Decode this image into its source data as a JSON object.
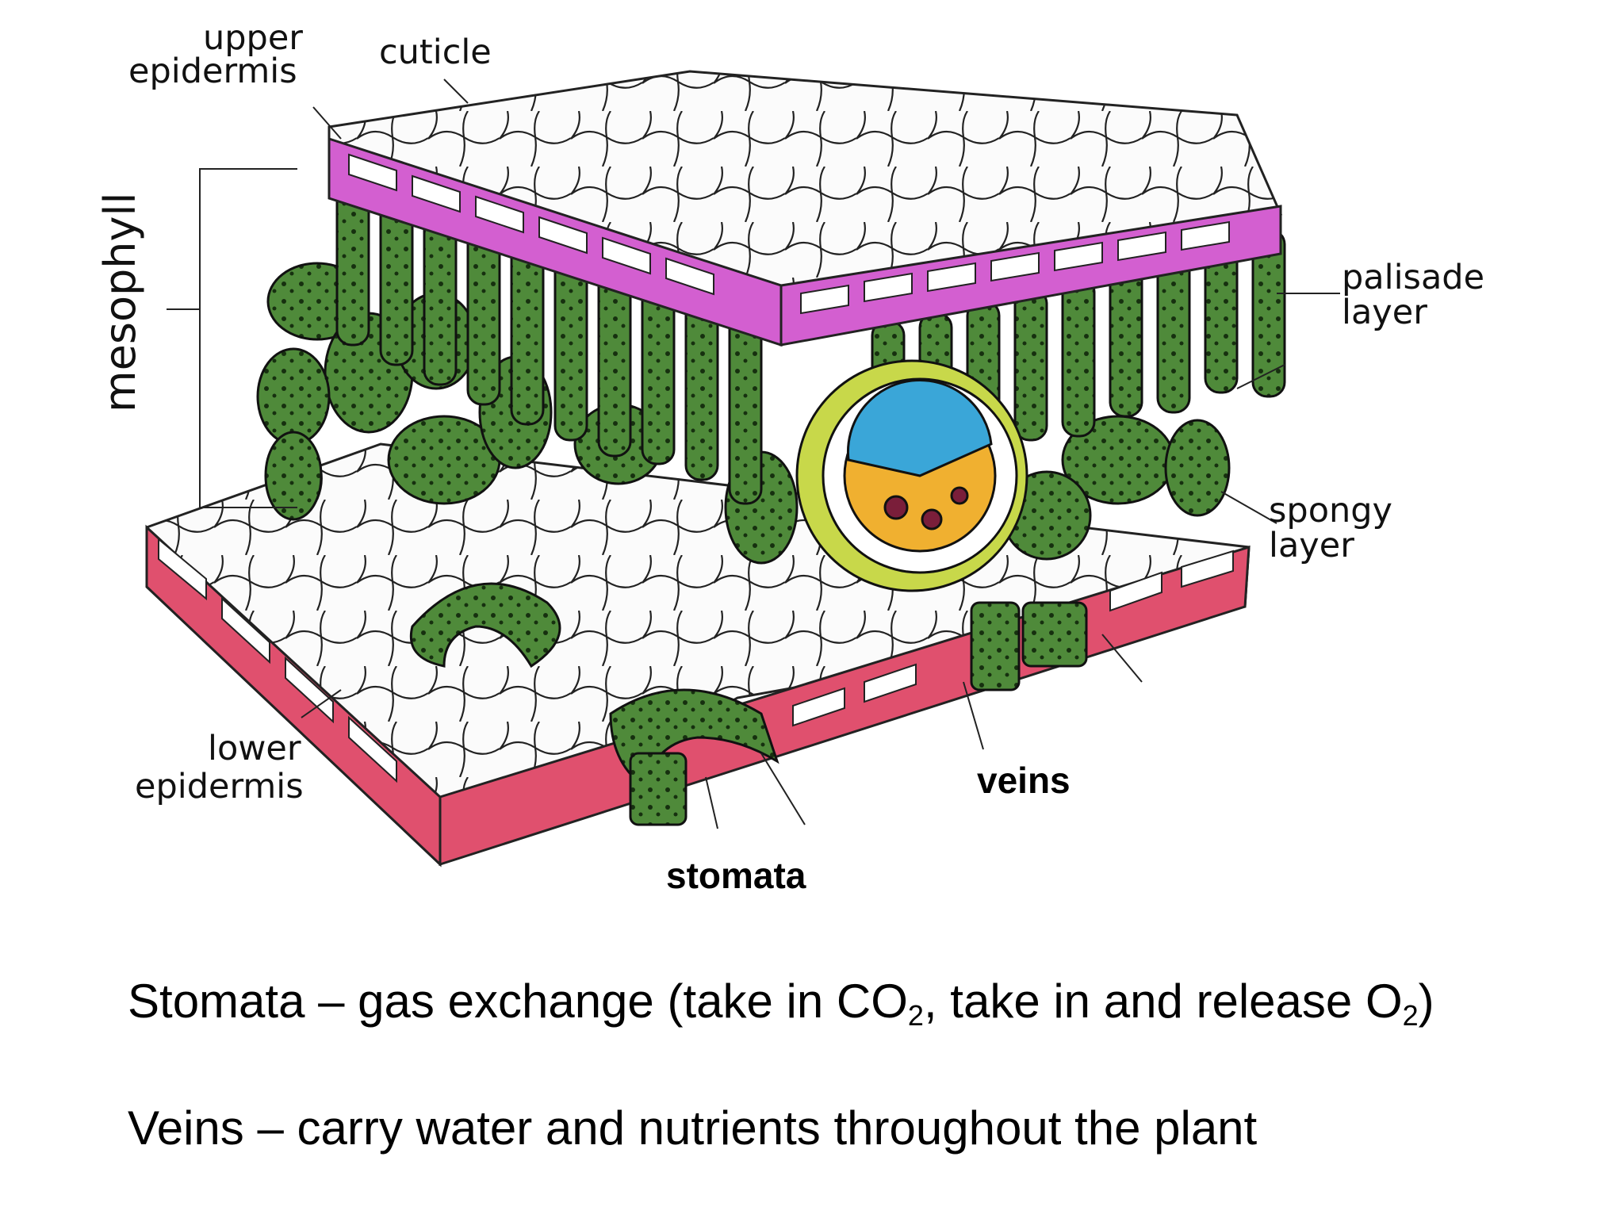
{
  "diagram": {
    "labels": {
      "upper_epidermis_line1": "upper",
      "upper_epidermis_line2": "epidermis",
      "cuticle": "cuticle",
      "mesophyll": "mesophyll",
      "palisade_line1": "palisade",
      "palisade_line2": "layer",
      "spongy_line1": "spongy",
      "spongy_line2": "layer",
      "lower_epidermis_line1": "lower",
      "lower_epidermis_line2": "epidermis",
      "veins": "veins",
      "stomata": "stomata"
    },
    "colors": {
      "upper_epidermis_wall": "#d35fd0",
      "lower_epidermis_wall": "#e0506e",
      "mesophyll_cells": "#4f8a3a",
      "xylem": "#3aa6d8",
      "phloem": "#f0b030",
      "bundle_sheath": "#c8d84a"
    }
  },
  "captions": {
    "stomata": {
      "term": "Stomata",
      "dash": " – ",
      "text_a": "gas exchange (take in CO",
      "sub_a": "2",
      "text_b": ", take in and release O",
      "sub_b": "2",
      "text_c": ")"
    },
    "veins": {
      "term": "Veins",
      "dash": " – ",
      "text": "carry water and nutrients throughout the plant"
    }
  }
}
